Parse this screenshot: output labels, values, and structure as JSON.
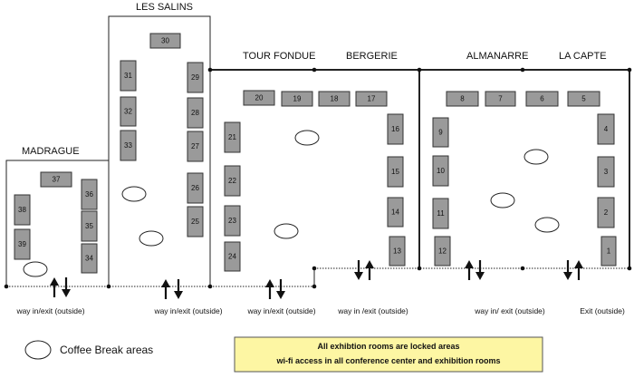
{
  "rooms": {
    "madrague": "MADRAGUE",
    "les_salins": "LES SALINS",
    "tour_fondue": "TOUR FONDUE",
    "bergerie": "BERGERIE",
    "almanarre": "ALMANARRE",
    "la_capte": "LA CAPTE"
  },
  "stands": [
    "1",
    "2",
    "3",
    "4",
    "5",
    "6",
    "7",
    "8",
    "9",
    "10",
    "11",
    "12",
    "13",
    "14",
    "15",
    "16",
    "17",
    "18",
    "19",
    "20",
    "21",
    "22",
    "23",
    "24",
    "25",
    "26",
    "27",
    "28",
    "29",
    "30",
    "31",
    "32",
    "33",
    "34",
    "35",
    "36",
    "37",
    "38",
    "39"
  ],
  "exits": {
    "madrague": "way in/exit (outside)",
    "les_salins": "way in/exit (outside)",
    "tour_fondue": "way in/exit (outside)",
    "bergerie": "way in /exit (outside)",
    "almanarre": "way in/ exit (outside)",
    "la_capte": "Exit (outside)"
  },
  "legend": {
    "coffee": "Coffee Break areas"
  },
  "notice": {
    "line1": "All exhibtion rooms are locked areas",
    "line2": "wi-fi access in all conference center and exhibition rooms"
  },
  "colors": {
    "stand_fill": "#9a9a9a",
    "notice_fill": "#fdf6a3"
  }
}
